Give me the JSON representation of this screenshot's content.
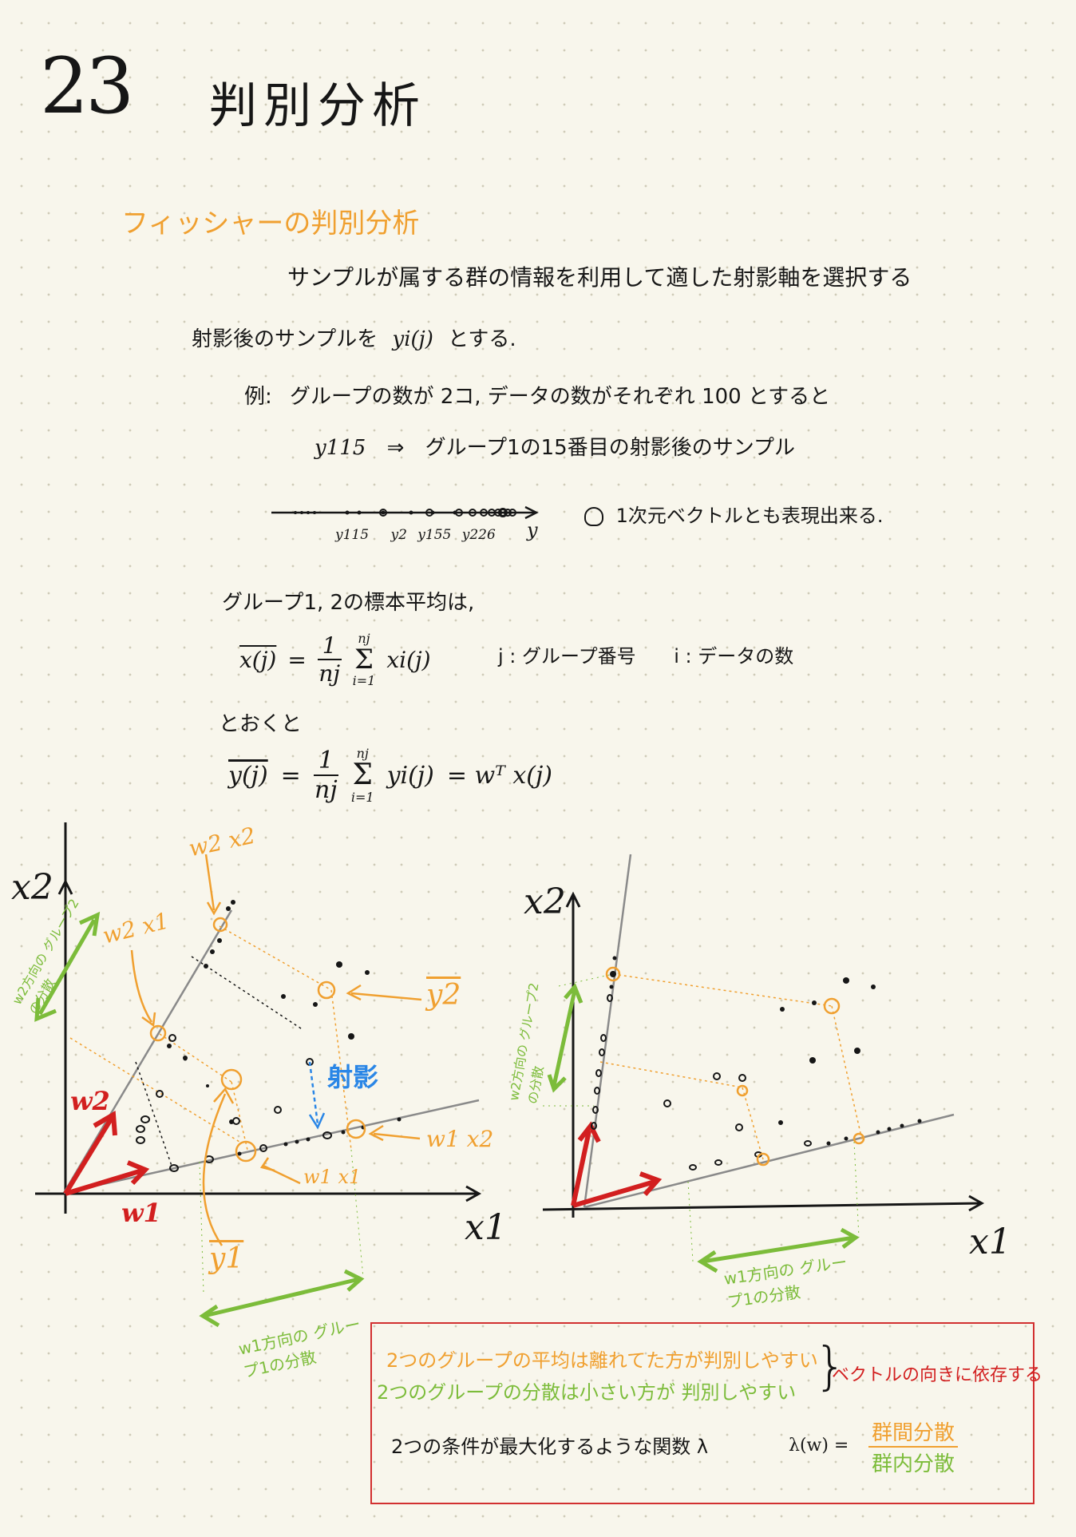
{
  "page": {
    "number": "23",
    "title": "判別分析"
  },
  "section": {
    "heading": "フィッシャーの判別分析",
    "intro": "サンプルが属する群の情報を利用して適した射影軸を選択する",
    "projected_sample_prefix": "射影後のサンプルを",
    "projected_sample_symbol": "yi(j)",
    "projected_sample_suffix": "とする."
  },
  "example": {
    "label": "例:",
    "text": "グループの数が 2コ, データの数がそれぞれ 100 とすると",
    "symbol": "y115",
    "arrow": "⇒",
    "explanation": "グループ1の15番目の射影後のサンプル",
    "axis_label": "y",
    "point_labels": [
      "y115",
      "y2",
      "y155",
      "y226"
    ],
    "note_icon": "lightbulb-icon",
    "note": "1次元ベクトルとも表現出来る."
  },
  "sample_mean": {
    "text": "グループ1, 2の標本平均は,",
    "lhs": "x(j)",
    "eq": "=",
    "frac_num": "1",
    "frac_den": "nj",
    "sum_top": "nj",
    "sum_bottom": "i=1",
    "term": "xi(j)",
    "legend_j": "j : グループ番号",
    "legend_i": "i : データの数"
  },
  "projected_mean": {
    "intro": "とおくと",
    "lhs": "y(j)",
    "eq": "=",
    "frac_num": "1",
    "frac_den": "nj",
    "sum_top": "nj",
    "sum_bottom": "i=1",
    "term": "yi(j)",
    "rhs": "= wᵀ x(j)"
  },
  "left_diagram": {
    "axis_x": "x1",
    "axis_y": "x2",
    "w1": "w1",
    "w2": "w2",
    "label_w2x2": "w2 x2",
    "label_w2x1": "w2 x1",
    "label_y2": "y2",
    "label_projection": "射影",
    "label_w1x2": "w1 x2",
    "label_w1x1": "w1 x1",
    "label_y1": "y1",
    "w2_variance": "w2方向の グループ2の分散",
    "w1_variance": "w1方向の グループ1の分散"
  },
  "right_diagram": {
    "axis_x": "x1",
    "axis_y": "x2",
    "w2_variance": "w2方向の グループ2の分散",
    "w1_variance": "w1方向の グループ1の分散"
  },
  "summary": {
    "line1": "2つのグループの平均は離れてた方が判別しやすい",
    "line2": "2つのグループの分散は小さい方が 判別しやすい",
    "depends": "ベクトルの向きに依存する",
    "conclusion": "2つの条件が最大化するような関数 λ",
    "lambda": "λ(w) =",
    "between": "群間分散",
    "within": "群内分散"
  },
  "colors": {
    "orange": "#f0a030",
    "green": "#7cbc3a",
    "red": "#d21f1f",
    "blue": "#2a86e6",
    "box": "#d23030"
  }
}
